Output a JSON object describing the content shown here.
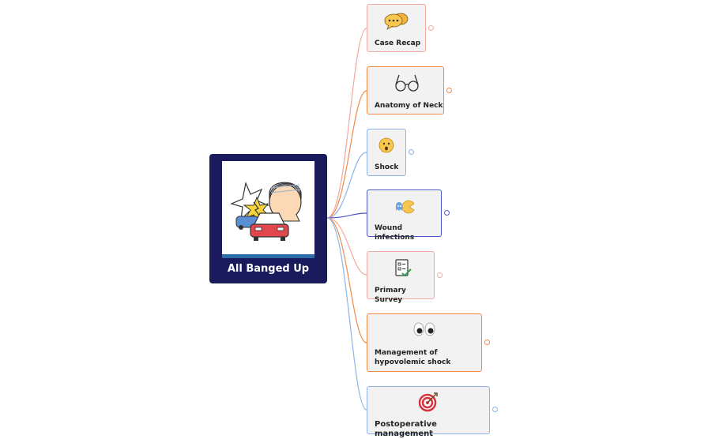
{
  "root": {
    "title": "All Banged Up"
  },
  "topics": [
    {
      "label": "Case Recap",
      "icon": "speech-bubbles-icon",
      "color": "#f2a99e"
    },
    {
      "label": "Anatomy of Neck",
      "icon": "glasses-icon",
      "color": "#f08a4b"
    },
    {
      "label": "Shock",
      "icon": "hushed-face-icon",
      "color": "#8fb4ea"
    },
    {
      "label": "Wound infections",
      "icon": "pacman-ghost-icon",
      "color": "#4c57c7"
    },
    {
      "label": "Primary Survey",
      "icon": "checklist-icon",
      "color": "#f2a99e"
    },
    {
      "label": "Management of hypovolemic shock",
      "icon": "eyes-icon",
      "color": "#f08a4b"
    },
    {
      "label": "Postoperative management",
      "icon": "target-icon",
      "color": "#8fb4ea"
    }
  ]
}
